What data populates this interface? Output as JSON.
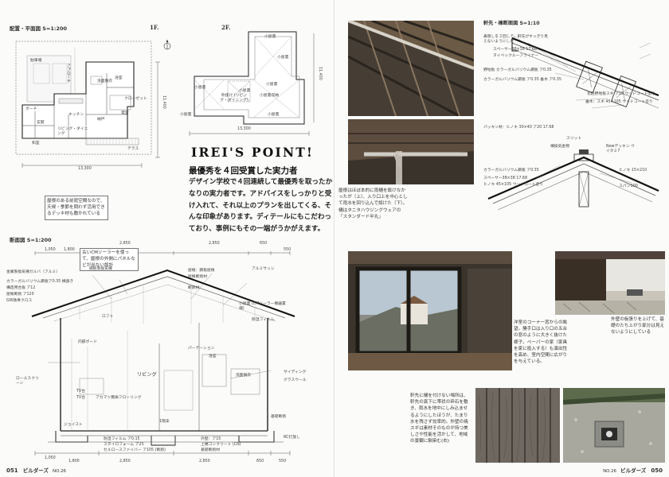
{
  "left_page": {
    "plan_title": "配置・平面図 S=1:200",
    "floor1_label": "1F.",
    "floor2_label": "2F.",
    "dim_plan_width": "13,300",
    "dim_plan_height": "11,400",
    "dim_2f_width": "13,300",
    "dim_2f_height": "11,400",
    "plan_rooms_1f": [
      "駐車場",
      "アプローチ",
      "ポーチ",
      "玄関",
      "和室",
      "キッチン",
      "リビング・ダイニング",
      "洗面脱衣",
      "浴室",
      "寝室",
      "クローゼット",
      "テラス",
      "納戸",
      "アプローチ"
    ],
    "plan_rooms_2f": [
      "小屋裏",
      "小屋裏",
      "小屋裏",
      "小屋裏",
      "吹抜け (リビング・ダイニング)",
      "小屋裏",
      "小屋裏",
      "小屋裏収納",
      "小屋裏"
    ],
    "plan_note": "屋根のある前庭空間なので、天候・季節を問わず活用できるデッキ材も敷かれている",
    "section_title": "断面図 S=1:200",
    "dims_section_top": [
      "1,050",
      "1,800",
      "2,850",
      "2,850",
      "650",
      "550"
    ],
    "dims_section_bottom": [
      "1,050",
      "1,800",
      "2,850",
      "2,850",
      "650",
      "550"
    ],
    "section_rooms": [
      "リビング",
      "ロフト",
      "パーテーション",
      "洗面脱衣",
      "浴室",
      "TV台",
      "1階床"
    ],
    "section_callouts_left": [
      "古いCMソーラーを使って、屋根の外側にパネルなどが出ない設計",
      "鋼板製換気棟",
      "金属製換気棟ガルバ（アルミ）",
      "カラーガルバリウム鋼板ア0.35 横葺き",
      "構造用合板 ア12",
      "屋根断熱 ア120",
      "GW鉄骨クロス",
      "内部ボード",
      "ロールスクリーン",
      "TV台",
      "アカマツ無垢フローリング",
      "ジョイスト"
    ],
    "section_callouts_right": [
      "屋根：鋼板屋根",
      "屋根断熱材",
      "断熱材",
      "アルミサッシ",
      "小屋裏 (CMソーラー機器置場)",
      "防湿フィルム",
      "サイディング",
      "グラスウール",
      "基礎断熱",
      "RC打放し"
    ],
    "section_bottom_notes": [
      "防湿フィルム ア0.15",
      "スタイロフォーム ア25",
      "セルロースファイバー ア105 (断熱)",
      "外壁：ア15",
      "上端コンクリート (CN)",
      "基礎断熱材"
    ],
    "point_title": "IREI'S POINT!",
    "point_head": "最優秀を４回受賞した実力者",
    "point_body": "デザイン学校で４回連続して最優秀を取ったかなりの実力者です。アドバイスをしっかりと受け入れて、それ以上のプランを出してくる、そんな印象があります。ディテールにもこだわっており、事例にもその一端がうかがえます。",
    "footer_page": "051",
    "footer_mag": "ビルダーズ",
    "footer_issue": "NO.26"
  },
  "right_page": {
    "detail_title": "軒先・棟断面図 S=1:10",
    "detail_labels_top": [
      "鼻隠しを２回して、軒先がすっきり見えないようにした",
      "スペーサー38×38 17.68",
      "タイベックルーフライナー",
      "野地板 カラーガルバリウム鋼板 ア0.35",
      "カラーガルバリウム鋼板 ア0.35 垂木 ア0.35",
      "垂木：スギ 45×105 ウッドコート塗り",
      "化粧野地板スギ ア15 ウッドコート塗り",
      "パッキン材：ヒノキ 30×40 ア20 17.68"
    ],
    "detail_labels_bottom": [
      "スリット",
      "棟換気金物",
      "Newデッキン ウイタミ7",
      "カラーガルバリウム鋼板 ア0.35",
      "ヒノキ 15×210",
      "スペーサー38×38 17.68",
      "ヒノキ 45×105 ウッドコート塗り",
      "スパン100"
    ],
    "caption_gutter": "屋根はほぼ本的に雨樋を設けなかったが（上）、入り口上を中心として雨水を回り込んで設けた（下）。樋はタニタハウジングウェアの「スタンダード半丸」",
    "caption_corner": "洋室のコーナー窓からの眺望。勝手口は入り口の五合の窓のように大きく抜けた様子。ペーパーの家（家具を家に投入する）も演出性を高め、室内空間に広がりを与えている。",
    "caption_base": "外壁の板張りを上げて、基礎のたち上がり部分は見えないようにしている",
    "caption_eave": "軒先に樋を付けない場所は、軒先の真下に帯状の砕石を敷き、雨水を地中にしみ込ませるようにしたほうが、たまり水を残さず効率的。外壁の焼スギは素材そのものが持つ美しさや性能を活かして、地域の景観に馴染む(右)",
    "footer_issue": "NO.26",
    "footer_mag": "ビルダーズ",
    "footer_page": "050"
  }
}
